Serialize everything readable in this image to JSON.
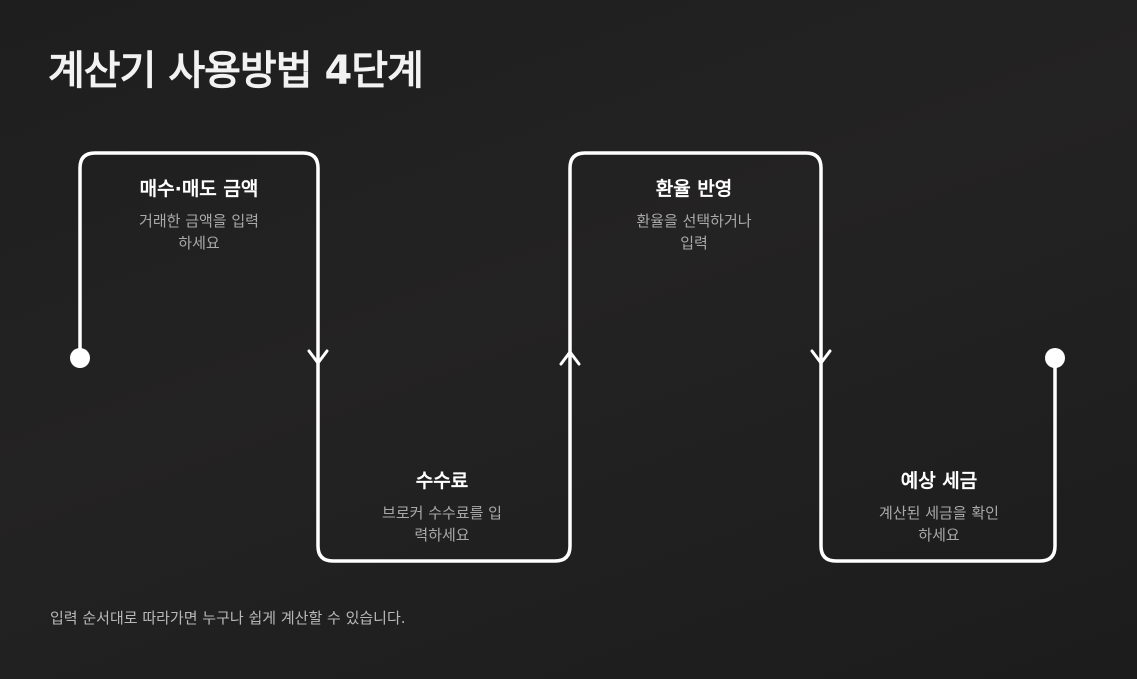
{
  "title": "계산기 사용방법 4단계",
  "steps": [
    {
      "title": "매수·매도 금액",
      "desc_lines": [
        "거래한 금액을 입력",
        "하세요"
      ]
    },
    {
      "title": "수수료",
      "desc_lines": [
        "브로커 수수료를 입",
        "력하세요"
      ]
    },
    {
      "title": "환율 반영",
      "desc_lines": [
        "환율을 선택하거나",
        "입력"
      ]
    },
    {
      "title": "예상 세금",
      "desc_lines": [
        "계산된 세금을 확인",
        "하세요"
      ]
    }
  ],
  "footnote": "입력 순서대로 따라가면 누구나 쉽게 계산할 수 있습니다."
}
